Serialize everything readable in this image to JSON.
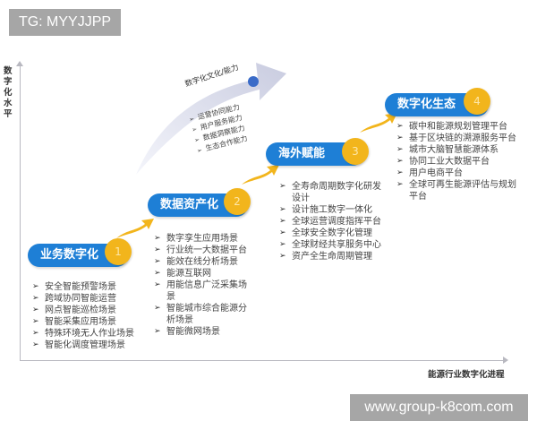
{
  "watermarks": {
    "top": "TG: MYYJJPP",
    "bottom": "www.group-k8com.com"
  },
  "axes": {
    "y_label": "数字化水平",
    "x_label": "能源行业数字化进程"
  },
  "culture_arrow": {
    "title": "数字化文化/能力",
    "items": [
      "运营协同能力",
      "用户服务能力",
      "数据洞察能力",
      "生态合作能力"
    ],
    "arrow_color": "#d7d9ea",
    "dot_color": "#3a6bc8"
  },
  "colors": {
    "pill_blue": "#1e7fd6",
    "badge_gold": "#f2b51c",
    "axis_gray": "#b8b8c0"
  },
  "stages": [
    {
      "number": "1",
      "title": "业务数字化",
      "items": [
        "安全智能预警场景",
        "跨域协同智能运营",
        "网点智能巡检场景",
        "智能采集应用场景",
        "特殊环境无人作业场景",
        "智能化调度管理场景"
      ]
    },
    {
      "number": "2",
      "title": "数据资产化",
      "items": [
        "数字孪生应用场景",
        "行业统一大数据平台",
        "能效在线分析场景",
        "能源互联网",
        "用能信息广泛采集场景",
        "智能城市综合能源分析场景",
        "智能微网场景"
      ]
    },
    {
      "number": "3",
      "title": "海外赋能",
      "items": [
        "全寿命周期数字化研发设计",
        "设计施工数字一体化",
        "全球运营调度指挥平台",
        "全球安全数字化管理",
        "全球财经共享服务中心",
        "资产全生命周期管理"
      ]
    },
    {
      "number": "4",
      "title": "数字化生态",
      "items": [
        "碳中和能源规划管理平台",
        "基于区块链的溯源服务平台",
        "城市大脑智慧能源体系",
        "协同工业大数据平台",
        "用户电商平台",
        "全球可再生能源评估与规划平台"
      ]
    }
  ],
  "bullet_glyph": "➢"
}
